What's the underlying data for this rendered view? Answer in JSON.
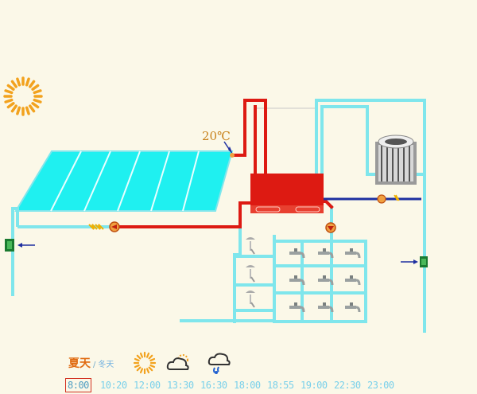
{
  "temperature": "20℃",
  "season": {
    "current": "夏天",
    "separator": "/",
    "alternate": "冬天"
  },
  "weather_icons": [
    "sunny-icon",
    "cloudy-sun-icon",
    "rain-icon"
  ],
  "times": [
    "8:00",
    "10:20",
    "12:00",
    "13:30",
    "16:30",
    "18:00",
    "18:55",
    "19:00",
    "22:30",
    "23:00"
  ],
  "selected_time": "8:00",
  "colors": {
    "background": "#fbf8e8",
    "cold_pipe": "#7fe6ec",
    "hot_pipe": "#dd1a12",
    "blue_pipe": "#1e2fa0",
    "solar_panel": "#1ff0f0",
    "tank": "#dd1a12",
    "sun": "#f2a21e",
    "valve": "#1a7a30",
    "accent_text": "#e06a10"
  }
}
